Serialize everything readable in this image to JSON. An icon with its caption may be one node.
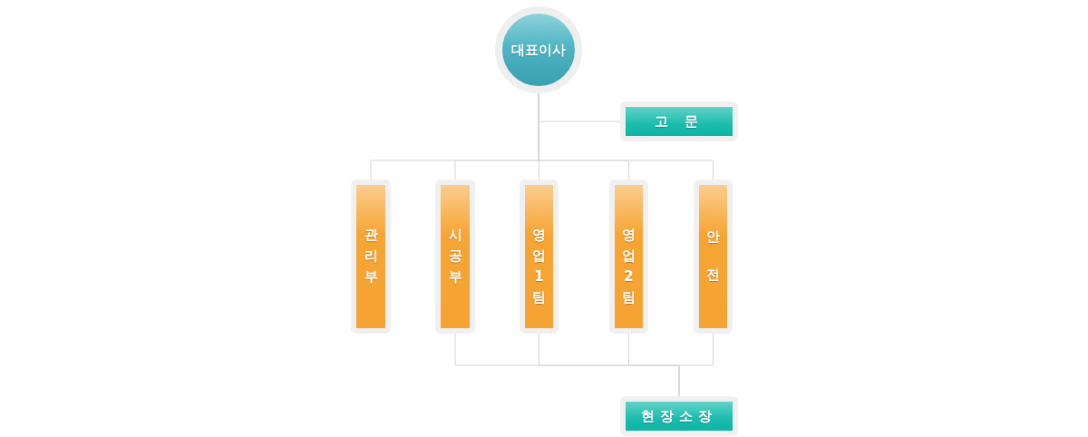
{
  "diagram": {
    "nodes": [
      {
        "text": [
          "대표이사"
        ]
      },
      {
        "text": [
          "고 문"
        ]
      },
      {
        "text": [
          "관리부"
        ]
      },
      {
        "text": [
          "시공부"
        ]
      },
      {
        "text": [
          "영업1팀"
        ]
      },
      {
        "text": [
          "영업2팀"
        ]
      },
      {
        "text": [
          "안전"
        ]
      },
      {
        "text": [
          "현장소장"
        ]
      }
    ],
    "edges": [
      {
        "from": 0,
        "to": 1,
        "arrow": "none"
      },
      {
        "from": 0,
        "to": 2,
        "arrow": "none"
      },
      {
        "from": 0,
        "to": 3,
        "arrow": "none"
      },
      {
        "from": 0,
        "to": 4,
        "arrow": "none"
      },
      {
        "from": 0,
        "to": 5,
        "arrow": "none"
      },
      {
        "from": 0,
        "to": 6,
        "arrow": "none"
      },
      {
        "from": 3,
        "to": 7,
        "arrow": "none"
      },
      {
        "from": 4,
        "to": 7,
        "arrow": "none"
      },
      {
        "from": 5,
        "to": 7,
        "arrow": "none"
      },
      {
        "from": 6,
        "to": 7,
        "arrow": "none"
      }
    ]
  }
}
